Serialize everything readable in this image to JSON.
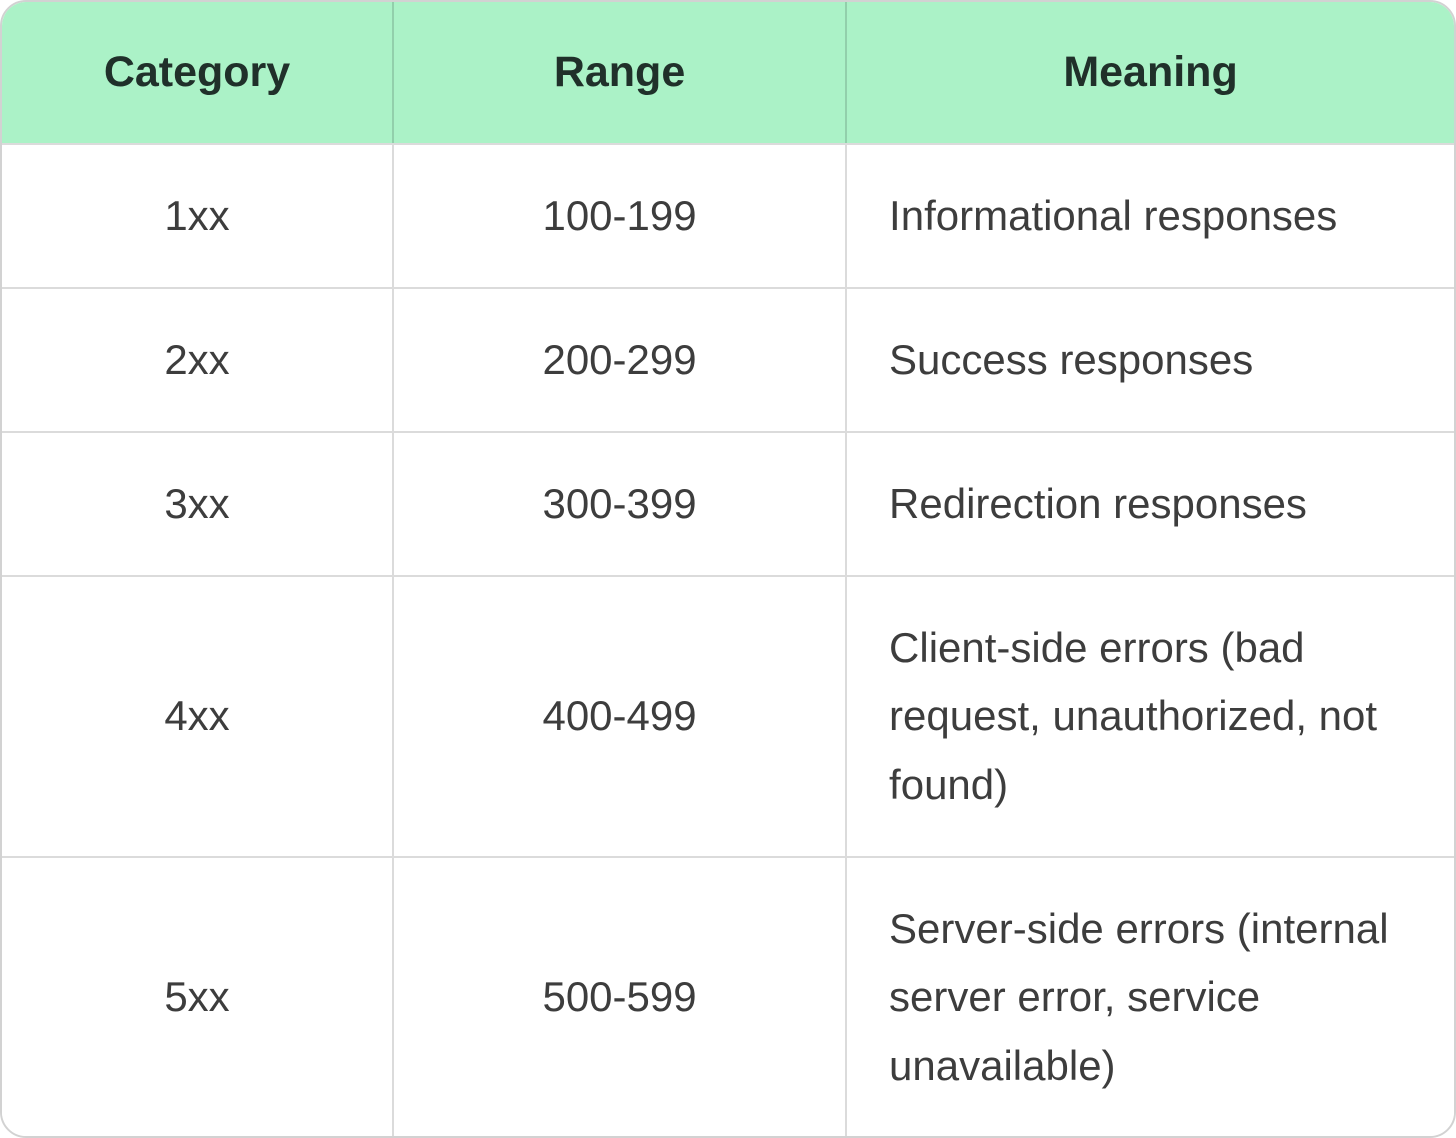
{
  "chart_data": {
    "type": "table",
    "title": "",
    "columns": [
      "Category",
      "Range",
      "Meaning"
    ],
    "rows": [
      [
        "1xx",
        "100-199",
        "Informational responses"
      ],
      [
        "2xx",
        "200-299",
        "Success responses"
      ],
      [
        "3xx",
        "300-399",
        "Redirection responses"
      ],
      [
        "4xx",
        "400-499",
        "Client-side errors (bad request, unauthorized, not found)"
      ],
      [
        "5xx",
        "500-599",
        "Server-side errors (internal server error, service unavailable)"
      ]
    ],
    "layout": {
      "header_position": "top",
      "column_alignments": [
        "center",
        "center",
        "left"
      ],
      "grid": "on"
    }
  },
  "colors": {
    "header_bg": "#abf2c7",
    "header_text": "#20302a",
    "body_text": "#3d3d3d",
    "grid_line": "rgba(0,0,0,0.14)",
    "row_bg": "#ffffff"
  }
}
